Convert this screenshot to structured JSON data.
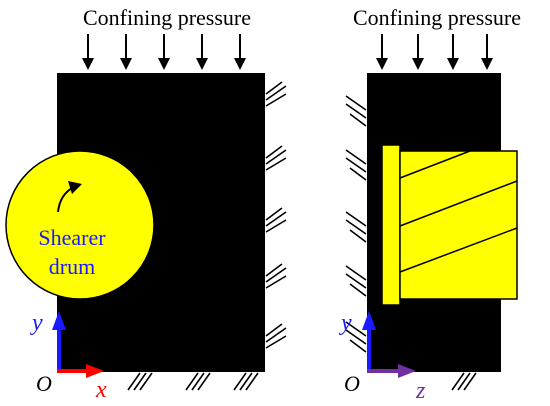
{
  "left_panel": {
    "title": "Confining pressure",
    "drum_label_line1": "Shearer",
    "drum_label_line2": "drum",
    "axis_vertical": "y",
    "axis_horizontal": "x",
    "origin": "O"
  },
  "right_panel": {
    "title": "Confining pressure",
    "axis_vertical": "y",
    "axis_horizontal": "z",
    "origin": "O"
  },
  "colors": {
    "block": "#000000",
    "drum": "#ffff00",
    "drum_text": "#1a1aff",
    "axis_y": "#1a1aff",
    "axis_x": "#ff0000",
    "axis_z": "#7030a0",
    "ink": "#000000"
  },
  "icons": {
    "pressure_arrow": "arrow-down-icon",
    "fixed_support": "hatch-support-icon",
    "rotation": "curved-arrow-icon"
  }
}
